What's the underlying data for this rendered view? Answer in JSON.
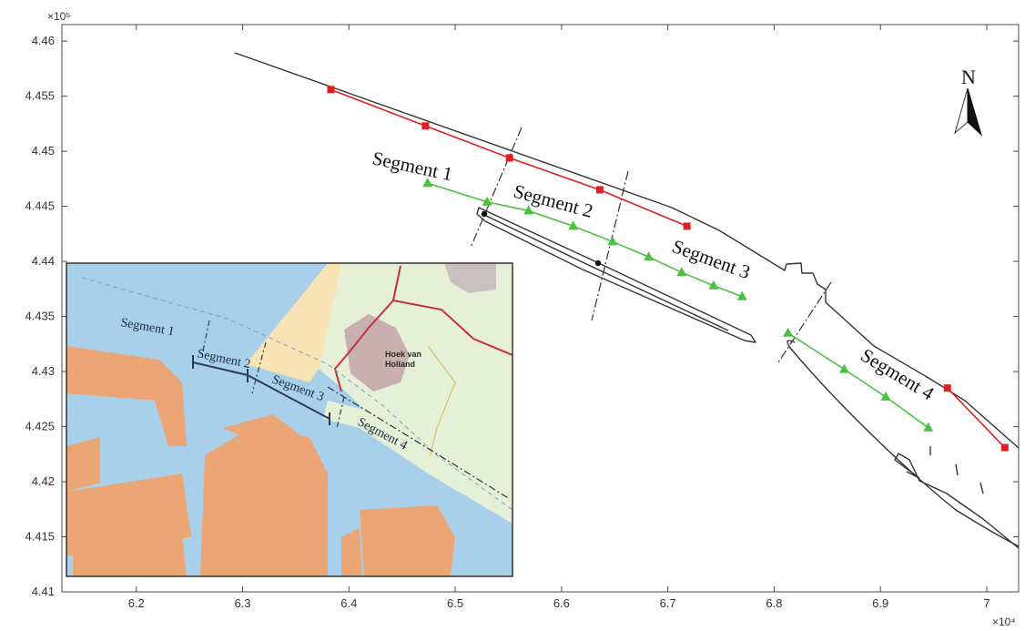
{
  "chart_data": {
    "type": "scatter",
    "x_exponent": "×10⁴",
    "y_exponent": "×10⁵",
    "xlim": [
      6.13,
      7.03
    ],
    "ylim": [
      4.41,
      4.4615
    ],
    "x_ticks": [
      "6.2",
      "6.3",
      "6.4",
      "6.5",
      "6.6",
      "6.7",
      "6.8",
      "6.9",
      "7"
    ],
    "y_ticks": [
      "4.41",
      "4.415",
      "4.42",
      "4.425",
      "4.43",
      "4.435",
      "4.44",
      "4.445",
      "4.45",
      "4.455",
      "4.46"
    ],
    "series": [
      {
        "color": "#e02020",
        "marker": "square",
        "segments": [
          {
            "x": [
              6.383,
              6.472,
              6.551,
              6.636,
              6.718
            ],
            "y": [
              4.4556,
              4.4523,
              4.4494,
              4.4465,
              4.4432
            ]
          },
          {
            "x": [
              6.963,
              7.017
            ],
            "y": [
              4.4285,
              4.4231
            ]
          }
        ]
      },
      {
        "color": "#4cc040",
        "marker": "triangle",
        "segments": [
          {
            "x": [
              6.474,
              6.53,
              6.569,
              6.611,
              6.648,
              6.682,
              6.713,
              6.743,
              6.77
            ],
            "y": [
              4.4471,
              4.4454,
              4.4446,
              4.4432,
              4.4418,
              4.4404,
              4.439,
              4.4378,
              4.4368
            ]
          },
          {
            "x": [
              6.813,
              6.866,
              6.905,
              6.945
            ],
            "y": [
              4.4335,
              4.4302,
              4.4277,
              4.4249
            ]
          }
        ]
      }
    ],
    "annotations": [
      "Segment 1",
      "Segment 2",
      "Segment 3",
      "Segment 4"
    ],
    "north_label": "N"
  },
  "inset": {
    "labels": {
      "segment_1": "Segment 1",
      "segment_2": "Segment 2",
      "segment_3": "Segment 3",
      "segment_4": "Segment 4",
      "town_line1": "Hoek van",
      "town_line2": "Holland"
    },
    "colors": {
      "water": "#a9d0ea",
      "land": "#eca574",
      "beach": "#f7e3b3",
      "meadow": "#e6f0d6",
      "urban": "#c8b0b0",
      "roads": "#c43040"
    }
  }
}
